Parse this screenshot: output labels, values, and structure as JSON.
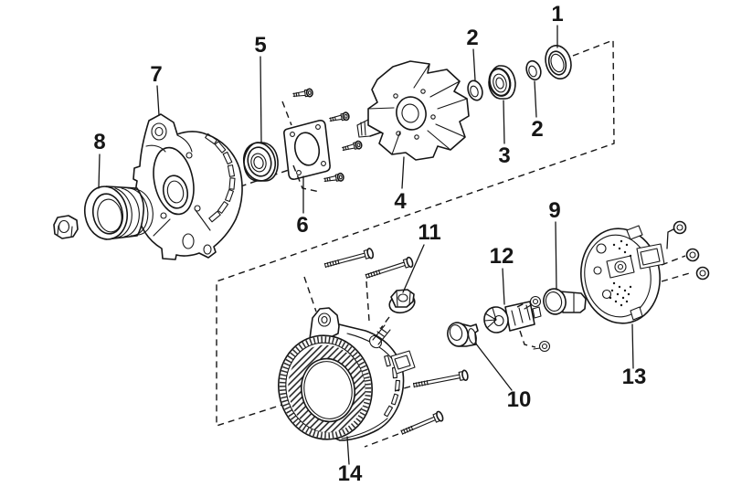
{
  "colors": {
    "background": "#ffffff",
    "line": "#161616"
  },
  "callouts": [
    {
      "number": "1"
    },
    {
      "number": "2"
    },
    {
      "number": "2"
    },
    {
      "number": "3"
    },
    {
      "number": "4"
    },
    {
      "number": "5"
    },
    {
      "number": "6"
    },
    {
      "number": "7"
    },
    {
      "number": "8"
    },
    {
      "number": "9"
    },
    {
      "number": "10"
    },
    {
      "number": "11"
    },
    {
      "number": "12"
    },
    {
      "number": "13"
    },
    {
      "number": "14"
    }
  ]
}
